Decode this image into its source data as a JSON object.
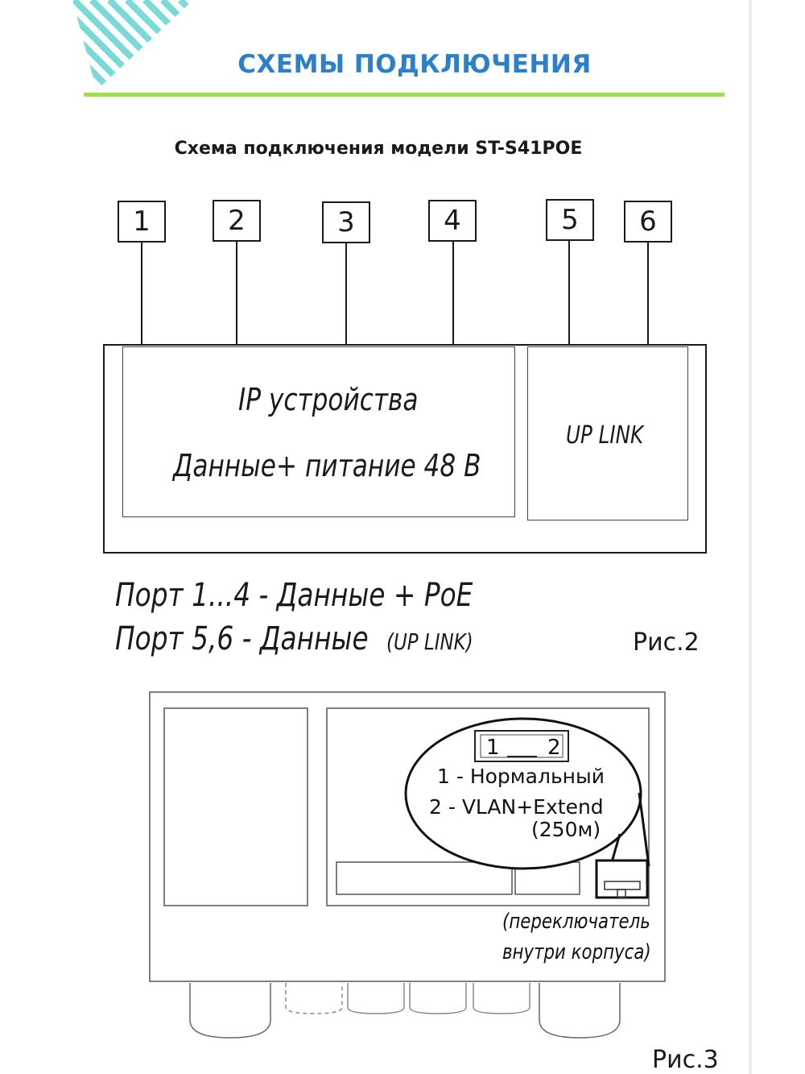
{
  "header": {
    "title": "СХЕМЫ ПОДКЛЮЧЕНИЯ",
    "title_color": "#2a7fd0",
    "rule_color": "#9be04a",
    "stripe_color": "#79dbd7"
  },
  "figure2": {
    "subtitle": "Схема подключения модели ST-S41POE",
    "ports": [
      "1",
      "2",
      "3",
      "4",
      "5",
      "6"
    ],
    "left_block": {
      "line1": "IP устройства",
      "line2": "Данные+ питание 48 В"
    },
    "right_block": {
      "label": "UP LINK"
    },
    "notes": {
      "line1": "Порт 1...4 - Данные + PoE",
      "line2_main": "Порт 5,6 - Данные",
      "line2_paren": "(UP LINK)"
    },
    "caption": "Рис.2"
  },
  "figure3": {
    "switch_labels": [
      "1",
      "2"
    ],
    "modes": [
      "1 - Нормальный",
      "2 - VLAN+Extend",
      "(250м)"
    ],
    "switch_note": [
      "(переключатель",
      "внутри корпуса)"
    ],
    "caption": "Рис.3"
  }
}
